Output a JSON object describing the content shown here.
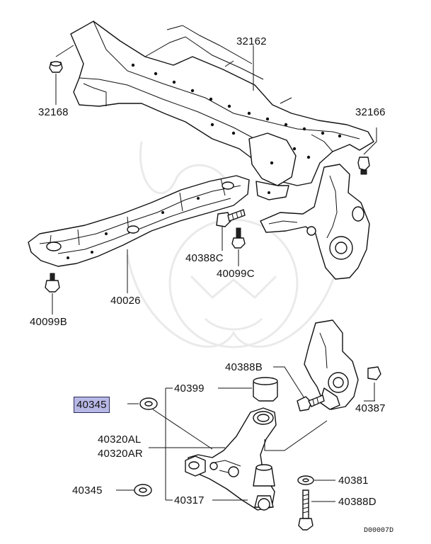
{
  "diagram": {
    "part_labels": [
      {
        "number": "32162",
        "highlighted": false
      },
      {
        "number": "32168",
        "highlighted": false
      },
      {
        "number": "32166",
        "highlighted": false
      },
      {
        "number": "40388C",
        "highlighted": false
      },
      {
        "number": "40099C",
        "highlighted": false
      },
      {
        "number": "40026",
        "highlighted": false
      },
      {
        "number": "40099B",
        "highlighted": false
      },
      {
        "number": "40388B",
        "highlighted": false
      },
      {
        "number": "40387",
        "highlighted": false
      },
      {
        "number": "40345",
        "highlighted": true
      },
      {
        "number": "40399",
        "highlighted": false
      },
      {
        "number": "40320AL",
        "highlighted": false
      },
      {
        "number": "40320AR",
        "highlighted": false
      },
      {
        "number": "40345",
        "highlighted": false
      },
      {
        "number": "40317",
        "highlighted": false
      },
      {
        "number": "40381",
        "highlighted": false
      },
      {
        "number": "40388D",
        "highlighted": false
      }
    ],
    "diagram_ref": "D00007D",
    "highlight_color": "#b8b8e6",
    "line_color": "#111111"
  }
}
